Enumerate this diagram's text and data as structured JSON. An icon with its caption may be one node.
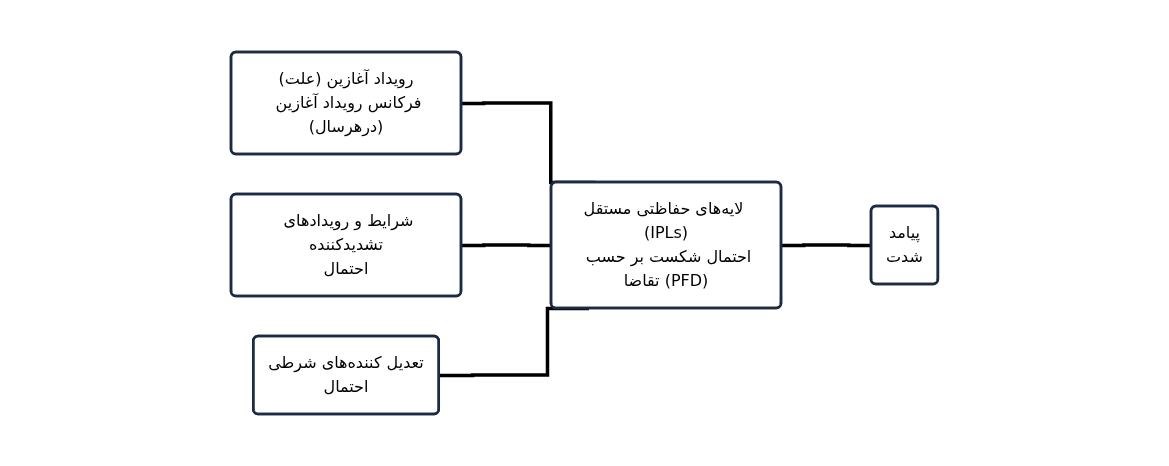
{
  "diagram": {
    "nodes": [
      {
        "text": [
          "رویداد آغازین (علت)",
          "فرکانس رویداد آغازین (درهرسال)"
        ]
      },
      {
        "text": [
          "شرایط و رویدادهای تشدیدکننده",
          "احتمال"
        ]
      },
      {
        "text": [
          "تعدیل کننده‌های شرطی",
          "احتمال"
        ]
      },
      {
        "text": [
          "لایه‌های حفاظتی مستقل (IPLs)",
          "احتمال شکست بر حسب تقاضا (PFD)"
        ]
      },
      {
        "text": [
          "پیامد",
          "شدت"
        ]
      }
    ],
    "edges": [
      {
        "from": 0,
        "to": 3,
        "arrow": "none"
      },
      {
        "from": 1,
        "to": 3,
        "arrow": "none"
      },
      {
        "from": 2,
        "to": 3,
        "arrow": "none"
      },
      {
        "from": 3,
        "to": 4,
        "arrow": "none"
      }
    ]
  }
}
